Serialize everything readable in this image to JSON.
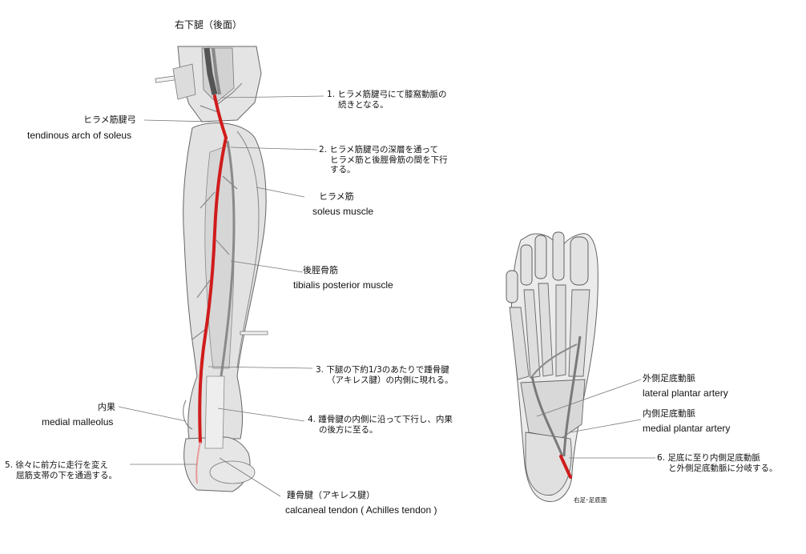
{
  "title": "右下腿（後面）",
  "foot_caption": "右足･足底面",
  "colors": {
    "artery": "#d01c1c",
    "vessel_gray": "#7f7f7f",
    "bone_fill": "#e6e6e6",
    "bone_stroke": "#555555",
    "muscle_fill": "#e2e2e2",
    "leader": "#777777"
  },
  "labels": {
    "tendinous_arch_jp": "ヒラメ筋腱弓",
    "tendinous_arch_en": "tendinous arch of soleus",
    "soleus_jp": "ヒラメ筋",
    "soleus_en": "soleus muscle",
    "tibialis_jp": "後脛骨筋",
    "tibialis_en": "tibialis posterior muscle",
    "malleolus_jp": "内果",
    "malleolus_en": "medial malleolus",
    "calcaneal_jp": "踵骨腱（アキレス腱）",
    "calcaneal_en": "calcaneal tendon ( Achilles tendon )",
    "lateral_plantar_jp": "外側足底動脈",
    "lateral_plantar_en": "lateral plantar artery",
    "medial_plantar_jp": "内側足底動脈",
    "medial_plantar_en": "medial plantar artery"
  },
  "notes": {
    "n1_a": "1. ヒラメ筋腱弓にて膝窩動脈の",
    "n1_b": "続きとなる。",
    "n2_a": "2. ヒラメ筋腱弓の深層を通って",
    "n2_b": "ヒラメ筋と後脛骨筋の間を下行",
    "n2_c": "する。",
    "n3_a": "3. 下腿の下約1/3のあたりで踵骨腱",
    "n3_b": "（アキレス腱）の内側に現れる。",
    "n4_a": "4. 踵骨腱の内側に沿って下行し、内果",
    "n4_b": "の後方に至る。",
    "n5_a": "5. 徐々に前方に走行を変え",
    "n5_b": "屈筋支帯の下を通過する。",
    "n6_a": "6. 足底に至り内側足底動脈",
    "n6_b": "と外側足底動脈に分岐する。"
  }
}
